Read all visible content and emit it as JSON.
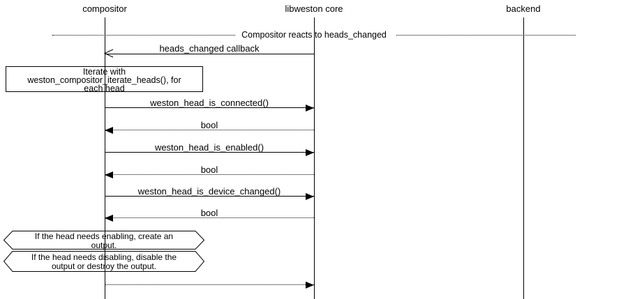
{
  "diagram": {
    "title_hint": "sequence diagram: compositor reacts to heads_changed",
    "colors": {
      "stroke": "#000000",
      "background": "#ffffff"
    },
    "actors": [
      {
        "label": "compositor"
      },
      {
        "label": "libweston core"
      },
      {
        "label": "backend"
      }
    ],
    "divider": {
      "label": "Compositor reacts to heads_changed"
    },
    "messages": [
      {
        "label": "heads_changed callback",
        "from": "libweston core",
        "to": "compositor",
        "line": "solid",
        "arrow": "open"
      },
      {
        "label": "weston_head_is_connected()",
        "from": "compositor",
        "to": "libweston core",
        "line": "solid",
        "arrow": "filled"
      },
      {
        "label": "bool",
        "from": "libweston core",
        "to": "compositor",
        "line": "dotted",
        "arrow": "filled"
      },
      {
        "label": "weston_head_is_enabled()",
        "from": "compositor",
        "to": "libweston core",
        "line": "solid",
        "arrow": "filled"
      },
      {
        "label": "bool",
        "from": "libweston core",
        "to": "compositor",
        "line": "dotted",
        "arrow": "filled"
      },
      {
        "label": "weston_head_is_device_changed()",
        "from": "compositor",
        "to": "libweston core",
        "line": "solid",
        "arrow": "filled"
      },
      {
        "label": "bool",
        "from": "libweston core",
        "to": "compositor",
        "line": "dotted",
        "arrow": "filled"
      },
      {
        "label": "",
        "from": "compositor",
        "to": "libweston core",
        "line": "dotted",
        "arrow": "filled"
      }
    ],
    "notes": {
      "iterate_box": {
        "lines": [
          "Iterate with",
          "weston_compositor_iterate_heads(), for",
          "each head"
        ]
      },
      "enable_hex": {
        "lines": [
          "If the head needs enabling, create an",
          "output."
        ]
      },
      "disable_hex": {
        "lines": [
          "If the head needs disabling, disable the",
          "output or destroy the output."
        ]
      }
    }
  }
}
